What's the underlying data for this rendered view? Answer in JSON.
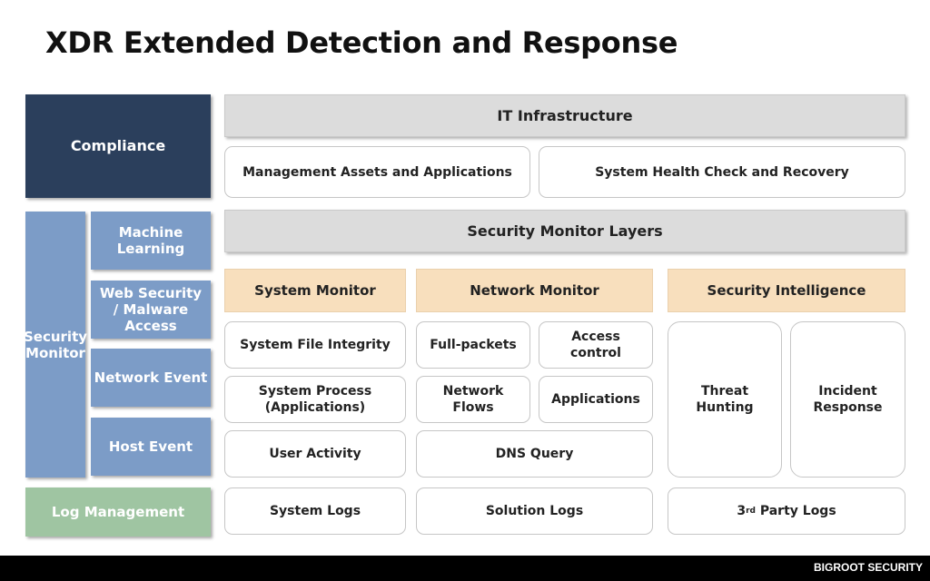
{
  "title": "XDR Extended Detection and Response",
  "colors": {
    "compliance": "#2b3f5c",
    "security_monitor": "#7c9cc7",
    "log_management": "#9fc5a2",
    "layer_header": "#dcdcdc",
    "monitor_header": "#f8dfbd"
  },
  "left": {
    "compliance": "Compliance",
    "security_monitor": "Security Monitor",
    "sub": {
      "machine_learning": "Machine Learning",
      "web_security": "Web Security / Malware Access",
      "network_event": "Network Event",
      "host_event": "Host Event"
    },
    "log_management": "Log Management"
  },
  "it_infra": {
    "header": "IT Infrastructure",
    "management": "Management Assets and Applications",
    "health": "System Health Check and Recovery"
  },
  "layers": {
    "header": "Security Monitor Layers"
  },
  "system_monitor": {
    "header": "System Monitor",
    "file_integrity": "System File Integrity",
    "process": "System Process (Applications)",
    "user_activity": "User Activity",
    "logs": "System Logs"
  },
  "network_monitor": {
    "header": "Network Monitor",
    "full_packets": "Full-packets",
    "access_control": "Access control",
    "network_flows": "Network Flows",
    "applications": "Applications",
    "dns": "DNS Query",
    "logs": "Solution Logs"
  },
  "security_intel": {
    "header": "Security Intelligence",
    "threat_hunting": "Threat Hunting",
    "incident_response": "Incident Response",
    "logs_prefix": "3",
    "logs_sup": "rd",
    "logs_suffix": " Party Logs"
  },
  "footer": "BIGROOT SECURITY"
}
